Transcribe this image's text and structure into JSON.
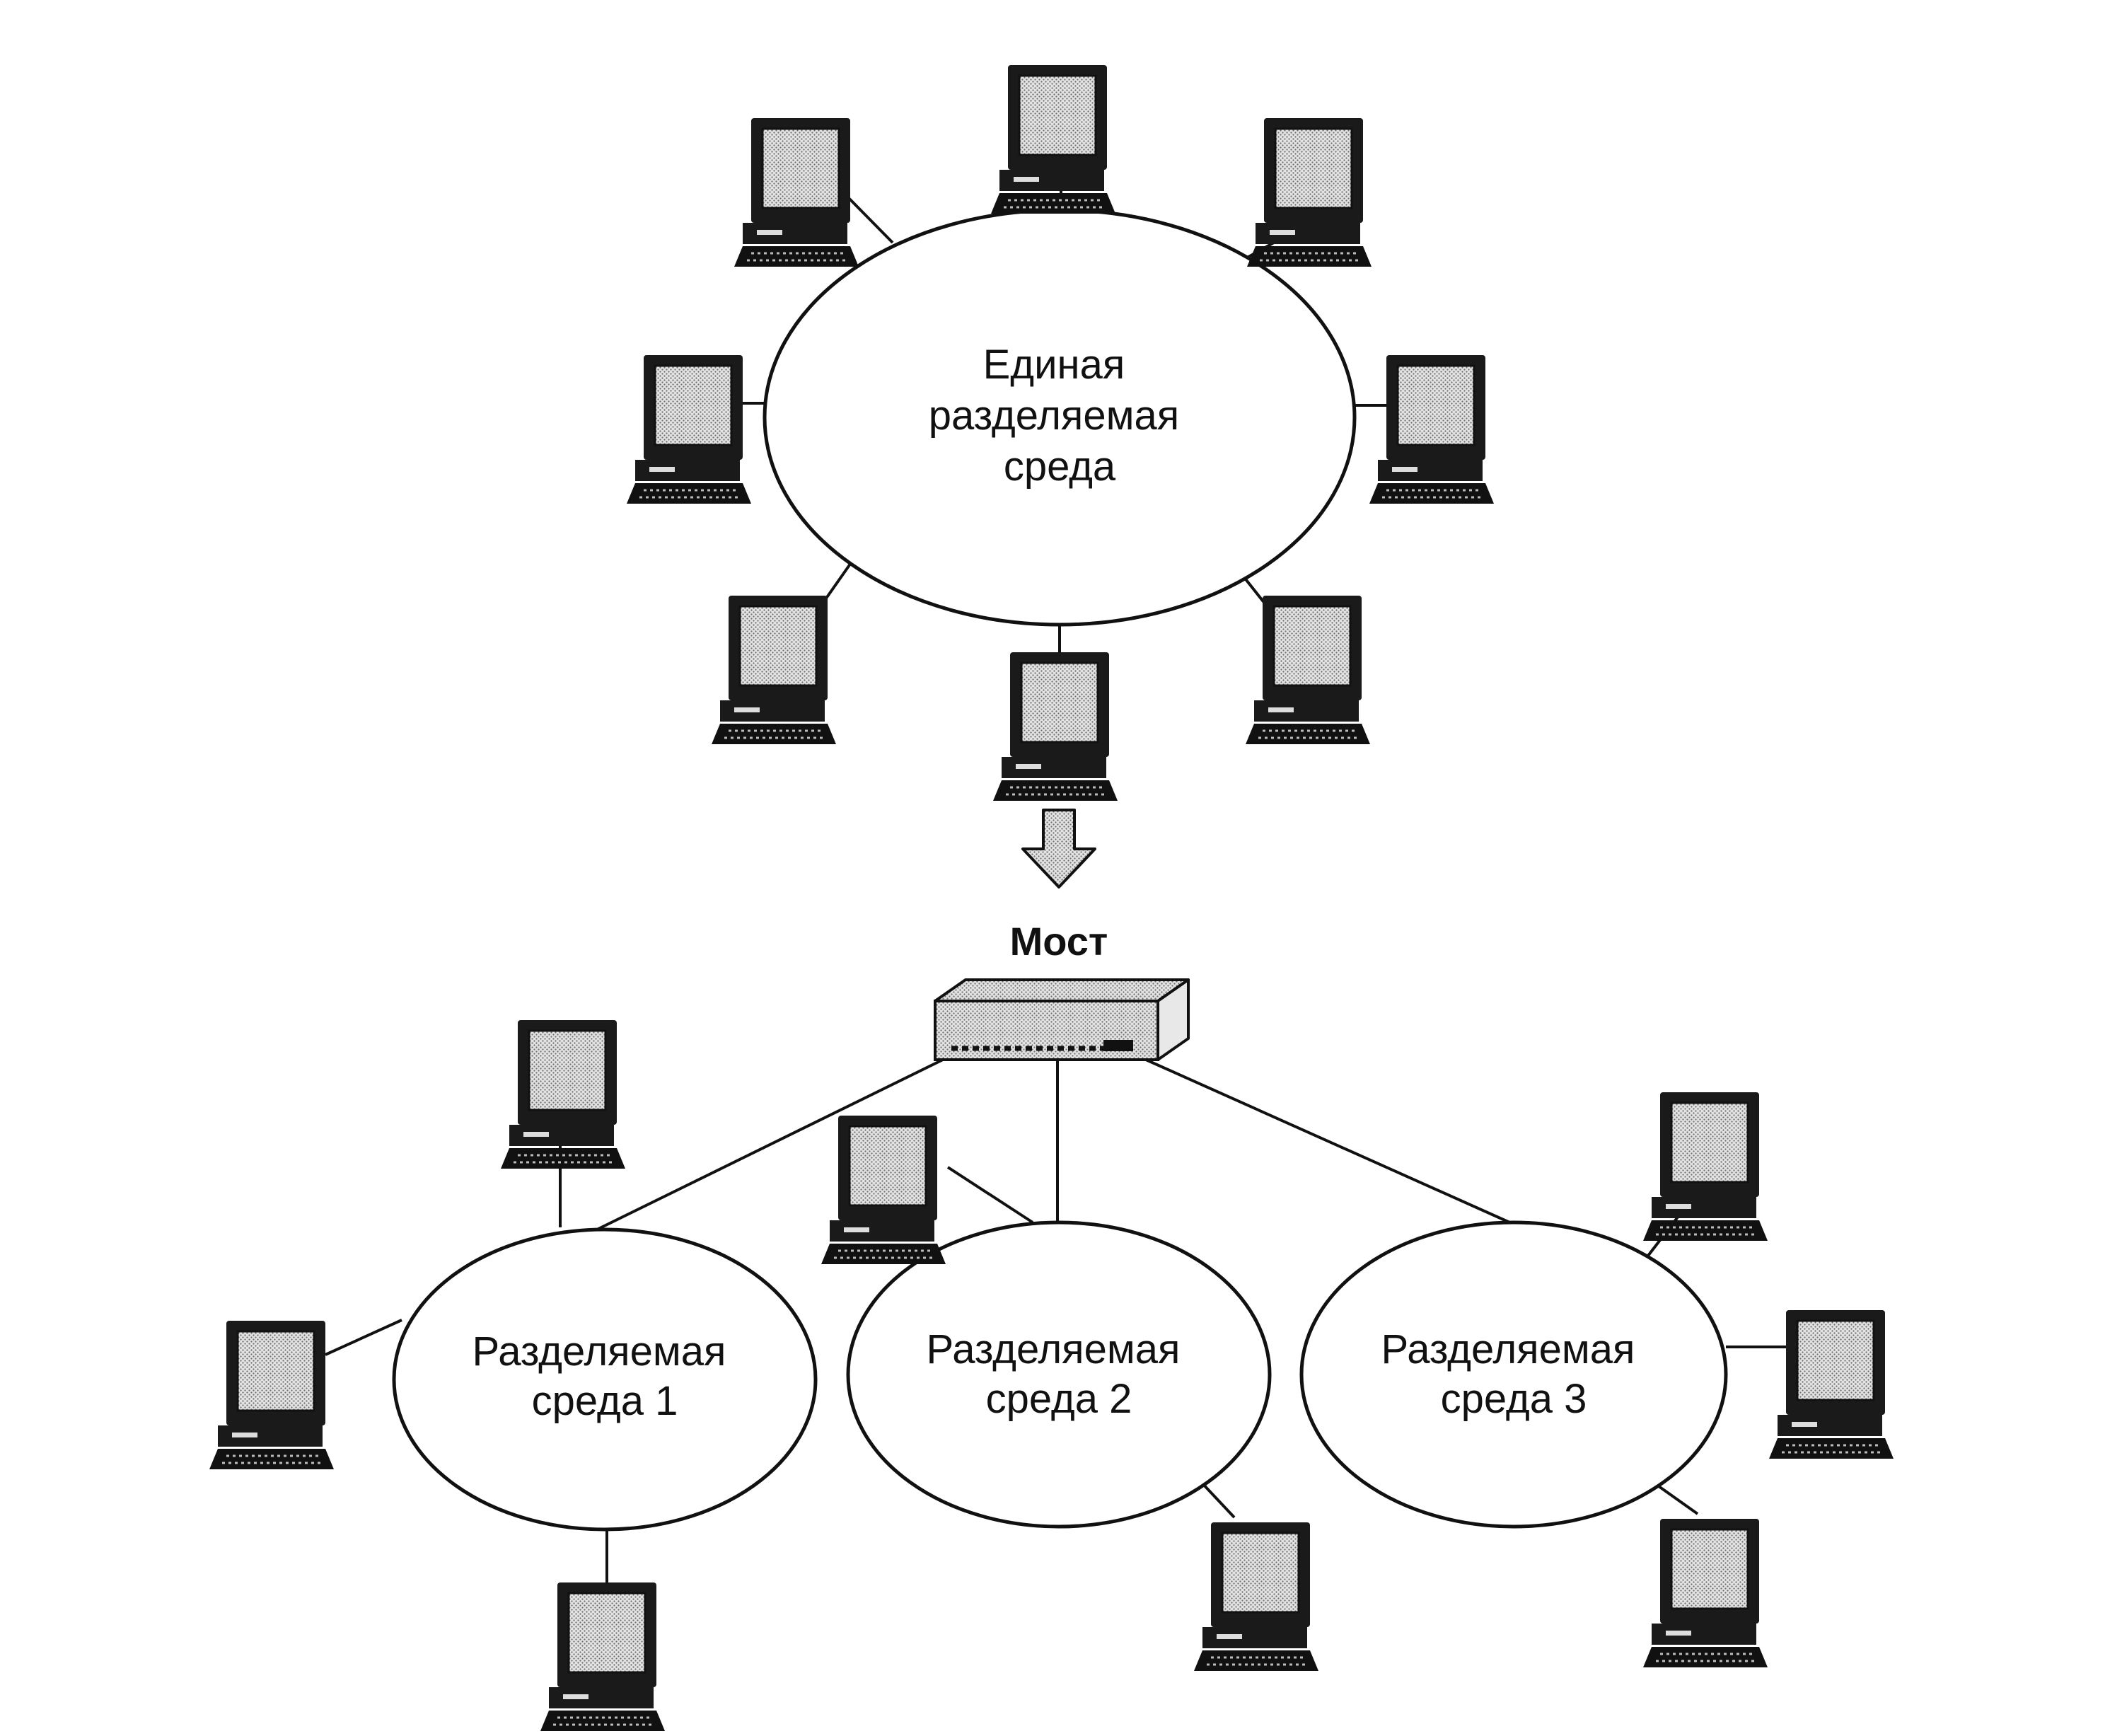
{
  "diagram": {
    "shared_medium": {
      "lines": [
        "Единая",
        "разделяемая",
        "среда"
      ]
    },
    "bridge": {
      "label": "Мост"
    },
    "segments": [
      {
        "lines": [
          "Разделяемая",
          "среда 1"
        ]
      },
      {
        "lines": [
          "Разделяемая",
          "среда 2"
        ]
      },
      {
        "lines": [
          "Разделяемая",
          "среда 3"
        ]
      }
    ],
    "icons": {
      "workstation": "workstation-icon",
      "bridge": "bridge-icon",
      "arrow": "down-arrow-icon"
    }
  }
}
